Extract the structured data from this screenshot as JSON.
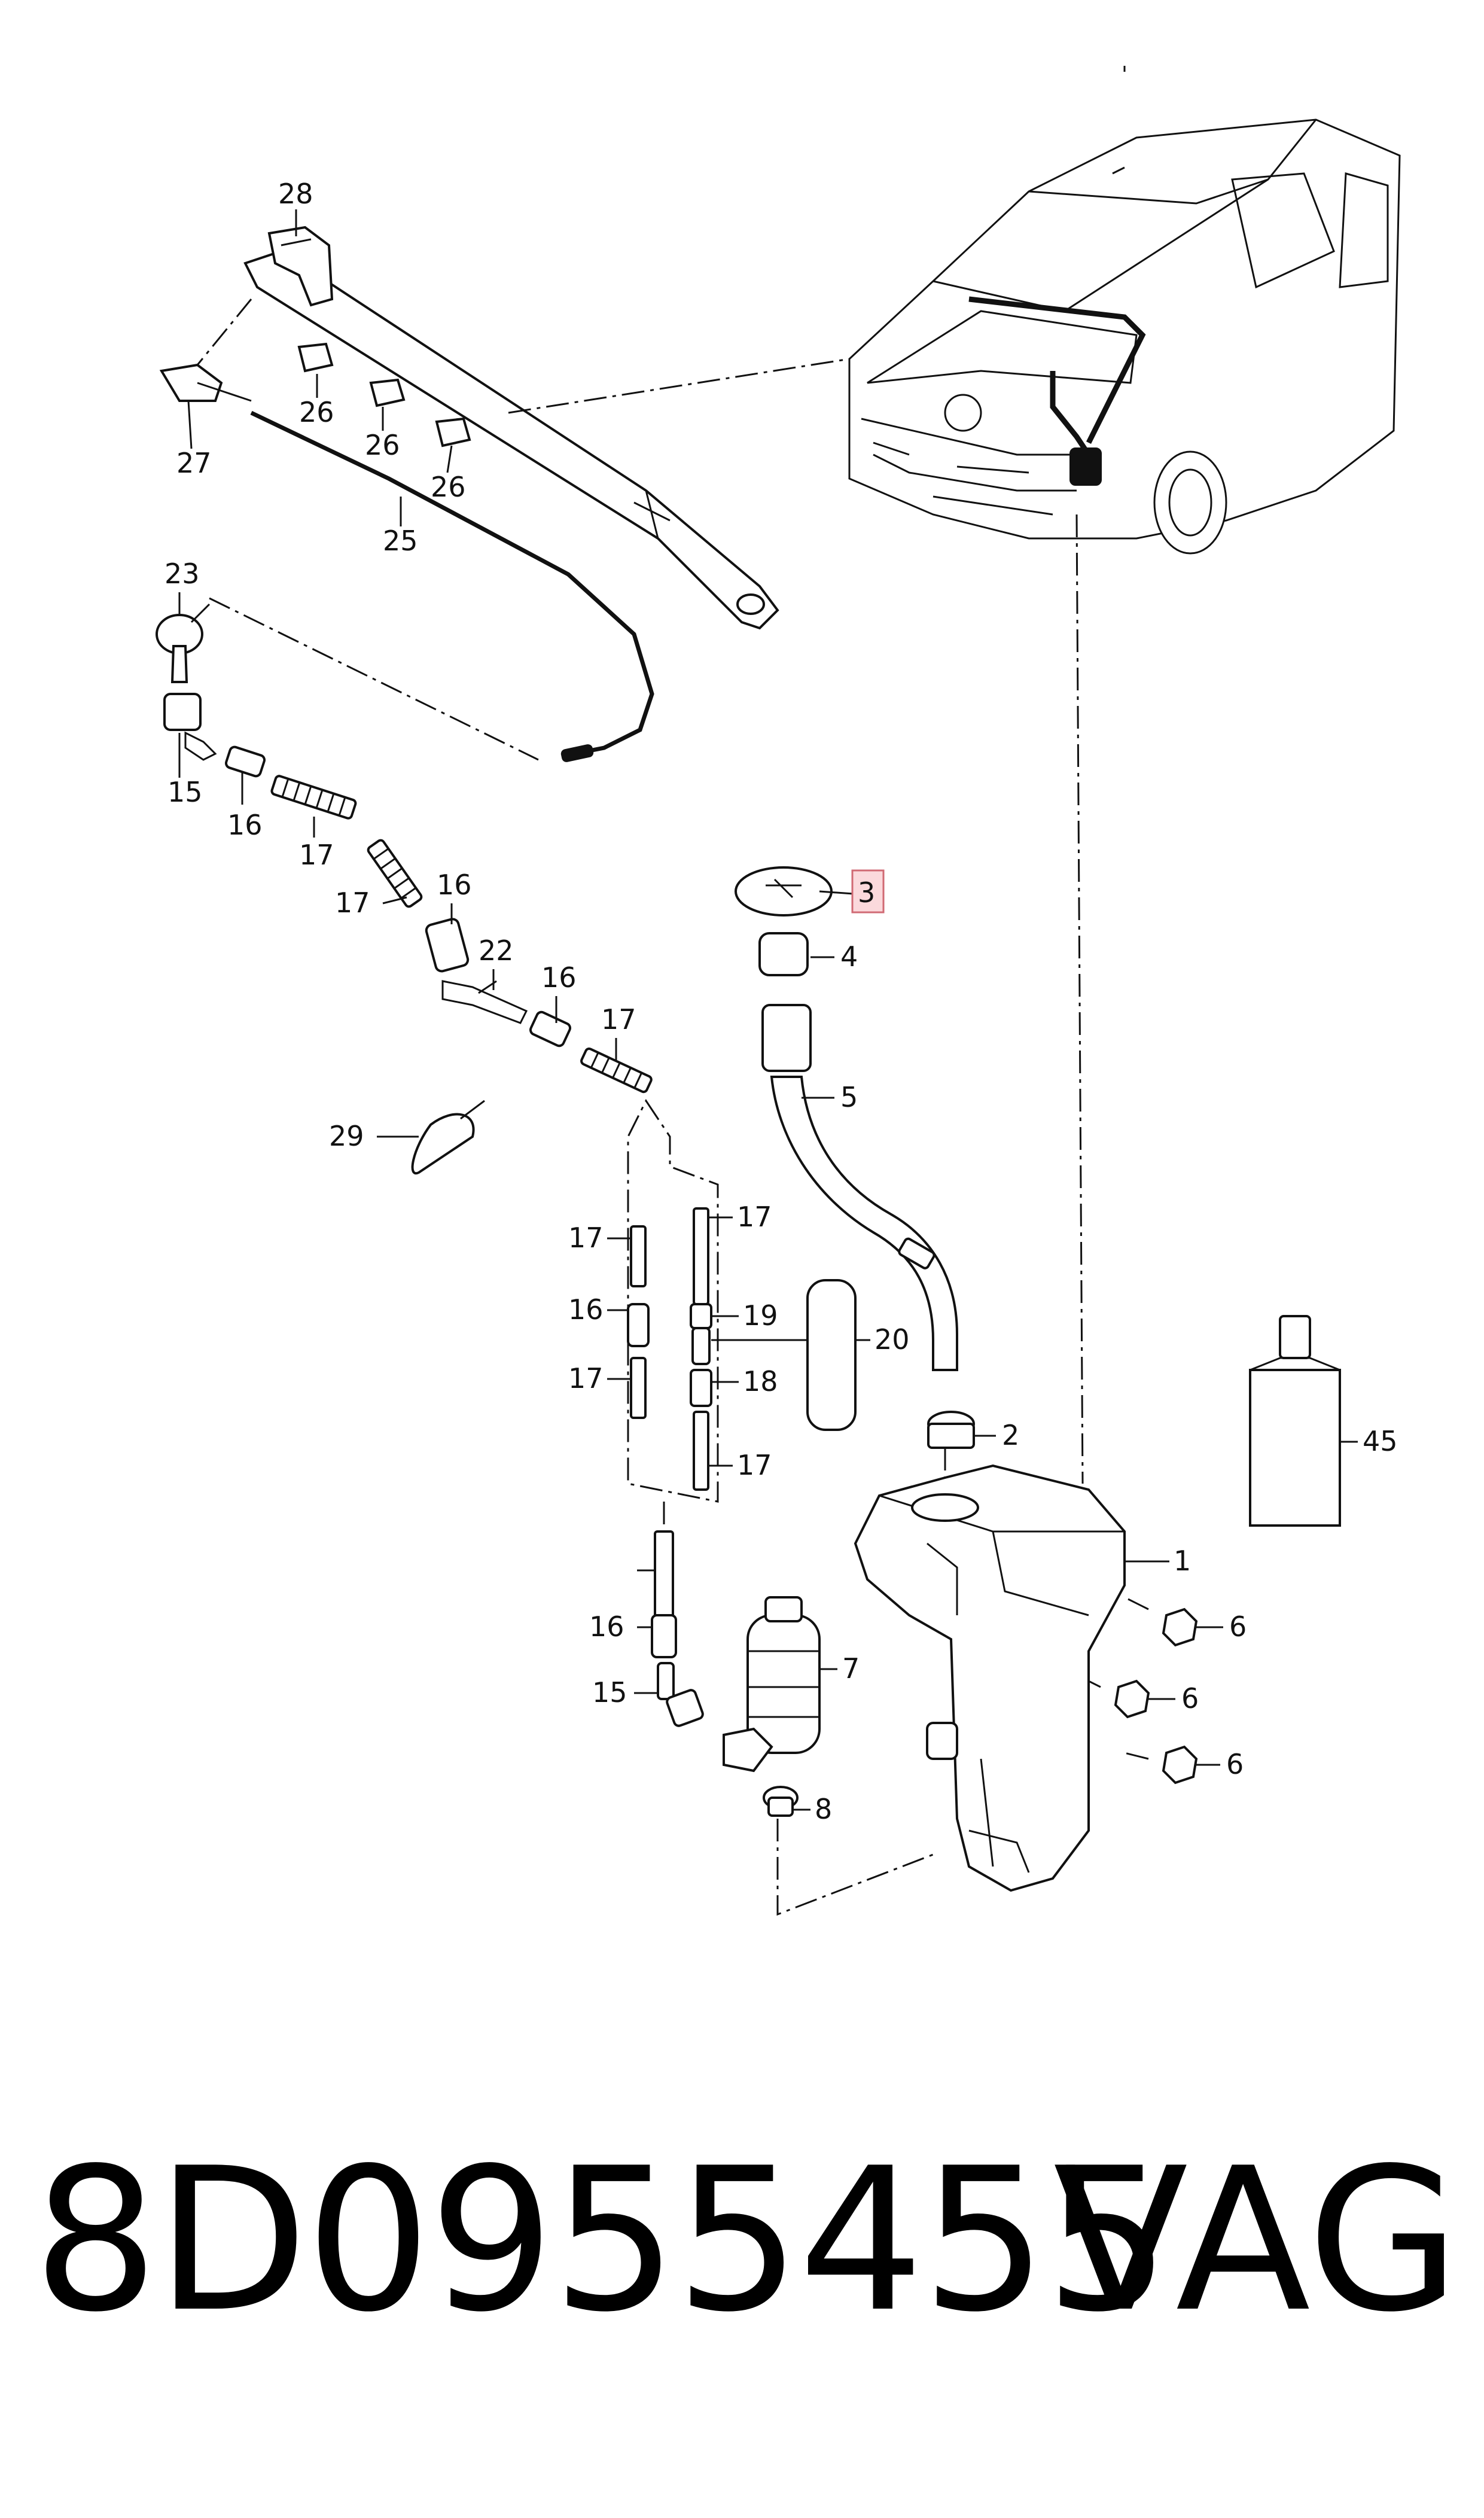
{
  "diagram": {
    "callouts": {
      "c1": "1",
      "c2": "2",
      "c3": "3",
      "c4": "4",
      "c5": "5",
      "c6a": "6",
      "c6b": "6",
      "c6c": "6",
      "c7": "7",
      "c8": "8",
      "c15a": "15",
      "c15b": "15",
      "c16a": "16",
      "c16b": "16",
      "c16c": "16",
      "c16d": "16",
      "c16e": "16",
      "c17a": "17",
      "c17b": "17",
      "c17c": "17",
      "c17d": "17",
      "c17e": "17",
      "c17f": "17",
      "c17g": "17",
      "c18": "18",
      "c19": "19",
      "c20": "20",
      "c22": "22",
      "c23": "23",
      "c25": "25",
      "c26a": "26",
      "c26b": "26",
      "c26c": "26",
      "c27": "27",
      "c28": "28",
      "c29": "29",
      "c45": "45"
    },
    "highlighted_callout": "3",
    "highlight_color": "#fbd9dc"
  },
  "footer": {
    "part_number": "8D0955455",
    "brand": "VAG"
  }
}
